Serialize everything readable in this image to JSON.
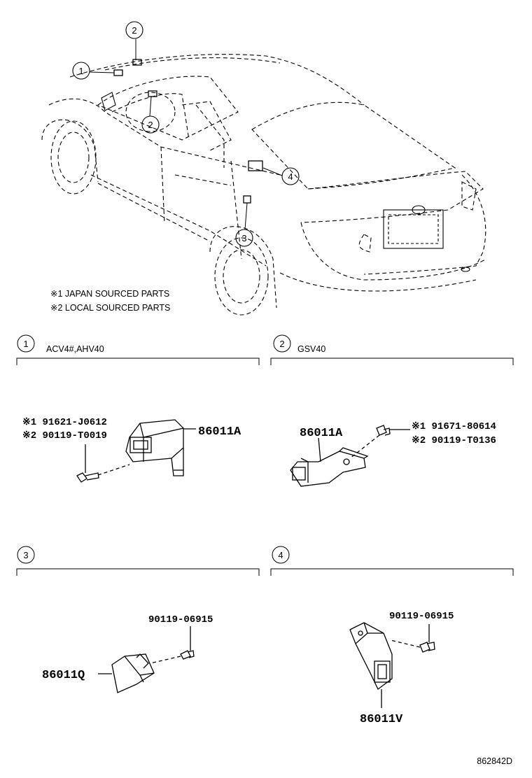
{
  "notes": {
    "note1": "※1 JAPAN SOURCED PARTS",
    "note2": "※2 LOCAL SOURCED PARTS"
  },
  "sections": [
    {
      "num": "1",
      "title": "ACV4#,AHV40"
    },
    {
      "num": "2",
      "title": "GSV40"
    },
    {
      "num": "3",
      "title": ""
    },
    {
      "num": "4",
      "title": ""
    }
  ],
  "car_callouts": [
    "1",
    "2",
    "2",
    "3",
    "4"
  ],
  "parts": {
    "s1_main": "86011A",
    "s1_bolt_a": "※1 91621-J0612",
    "s1_bolt_b": "※2 90119-T0019",
    "s2_main": "86011A",
    "s2_bolt_a": "※1 91671-80614",
    "s2_bolt_b": "※2 90119-T0136",
    "s3_main": "86011Q",
    "s3_bolt": "90119-06915",
    "s4_main": "86011V",
    "s4_bolt": "90119-06915"
  },
  "footer_code": "862842D"
}
